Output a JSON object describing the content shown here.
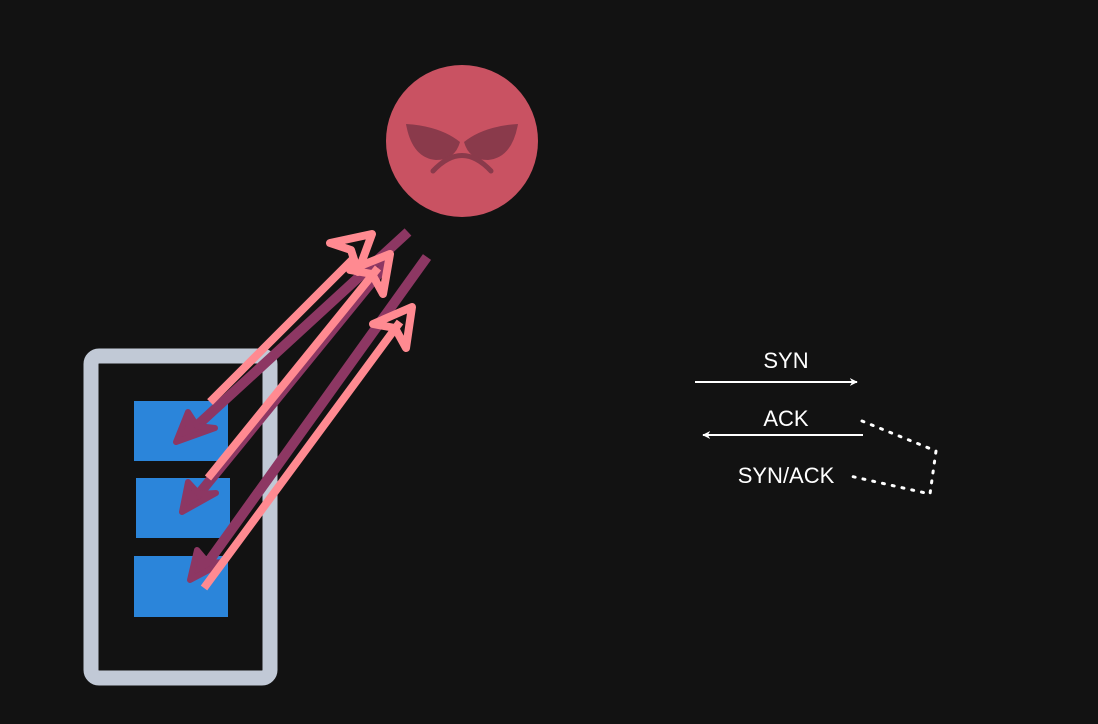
{
  "colors": {
    "background": "#121212",
    "server_frame": "#c1c9d6",
    "connection_slot": "#2b85da",
    "attacker_face": "#c95262",
    "attacker_features": "#8a3a4b",
    "syn_arrow": "#ff8a91",
    "synack_arrow": "#8d3763",
    "legend_line": "#ffffff"
  },
  "server": {
    "icon": "server-box-icon",
    "slots_count": 3
  },
  "attacker": {
    "icon": "angry-face-icon"
  },
  "legend": {
    "syn_label": "SYN",
    "ack_label": "ACK",
    "synack_label": "SYN/ACK"
  }
}
